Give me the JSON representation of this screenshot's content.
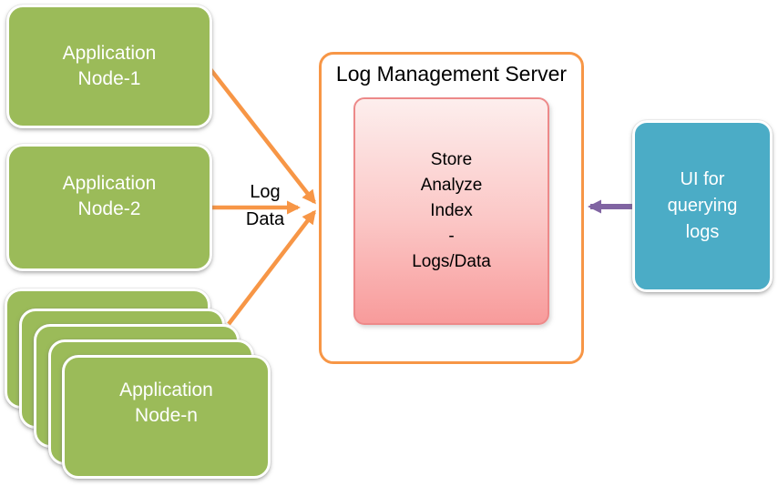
{
  "app_nodes": {
    "node1": {
      "line1": "Application",
      "line2": "Node-1"
    },
    "node2": {
      "line1": "Application",
      "line2": "Node-2"
    },
    "node_n": {
      "line1": "Application",
      "line2": "Node-n"
    }
  },
  "server": {
    "title": "Log Management Server",
    "store_lines": [
      "Store",
      "Analyze",
      "Index",
      "-",
      "Logs/Data"
    ]
  },
  "ui_client": {
    "line1": "UI for",
    "line2": "querying",
    "line3": "logs"
  },
  "edge_labels": {
    "log_data": {
      "line1": "Log",
      "line2": "Data"
    }
  },
  "colors": {
    "node_green": "#9bbb59",
    "server_border_orange": "#f79646",
    "arrow_orange": "#f79646",
    "arrow_purple": "#8064a2",
    "store_pink_top": "#fdeeed",
    "store_pink_bottom": "#f89b9b",
    "store_border_pink": "#ed8989",
    "ui_teal": "#4bacc6",
    "text_dark": "#000000",
    "text_light": "#ffffff"
  }
}
